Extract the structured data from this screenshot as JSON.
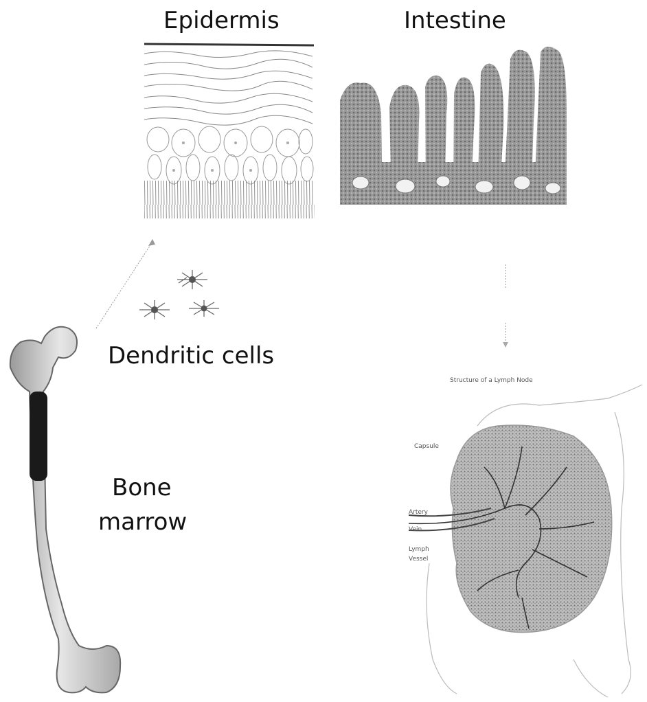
{
  "labels": {
    "epidermis": "Epidermis",
    "intestine": "Intestine",
    "dendritic_cells": "Dendritic cells",
    "bone_marrow_line1": "Bone",
    "bone_marrow_line2": "marrow"
  },
  "lymph_node": {
    "title": "Structure of a Lymph Node",
    "capsule": "Capsule",
    "artery": "Artery",
    "vein": "Vein",
    "lymph_vessel_line1": "Lymph",
    "lymph_vessel_line2": "Vessel"
  },
  "icons": [
    "femur-bone-icon",
    "dendritic-cell-icon",
    "epidermis-tissue-icon",
    "intestine-villi-icon",
    "lymph-node-icon"
  ]
}
